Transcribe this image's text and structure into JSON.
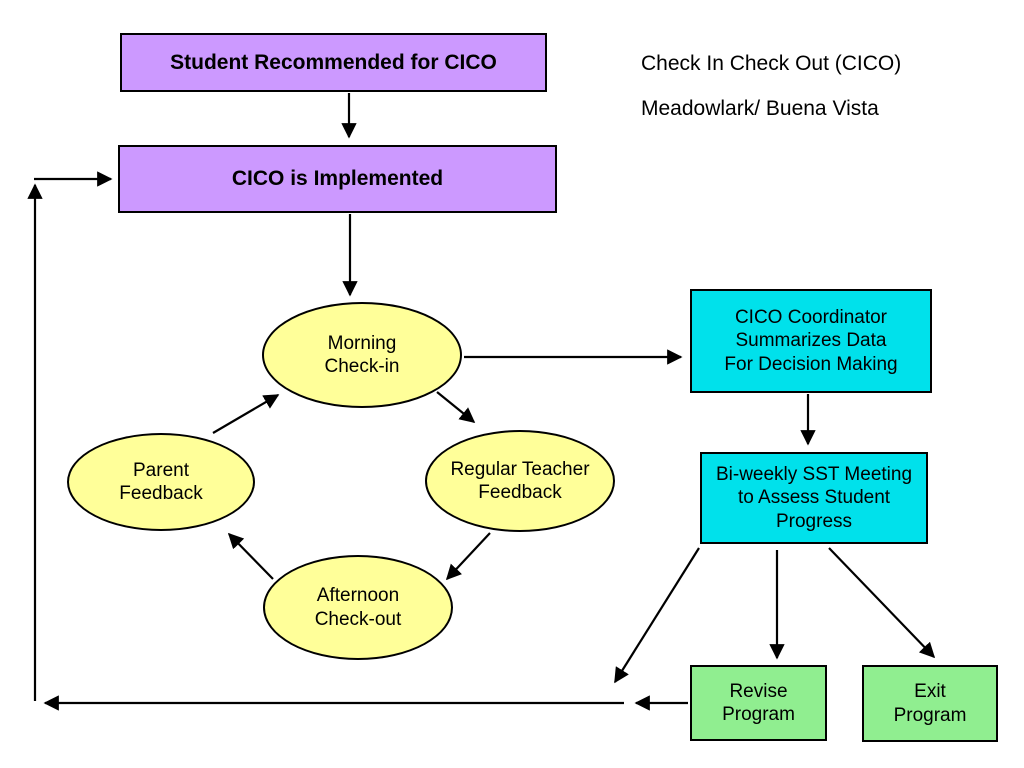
{
  "title": {
    "line1": "Check In Check Out (CICO)",
    "line2": "Meadowlark/ Buena Vista"
  },
  "nodes": {
    "student_recommended": {
      "label": "Student Recommended for CICO"
    },
    "cico_implemented": {
      "label": "CICO is Implemented"
    },
    "morning_checkin": {
      "label": "Morning\nCheck-in"
    },
    "regular_teacher_feedback": {
      "label": "Regular Teacher\nFeedback"
    },
    "afternoon_checkout": {
      "label": "Afternoon\nCheck-out"
    },
    "parent_feedback": {
      "label": "Parent\nFeedback"
    },
    "cico_coordinator": {
      "label": "CICO Coordinator\nSummarizes Data\nFor Decision Making"
    },
    "biweekly_sst": {
      "label": "Bi-weekly  SST Meeting\nto Assess Student\nProgress"
    },
    "revise_program": {
      "label": "Revise\nProgram"
    },
    "exit_program": {
      "label": "Exit\nProgram"
    }
  },
  "colors": {
    "purple": "#cc99ff",
    "yellow": "#ffff99",
    "cyan": "#00e1eb",
    "green": "#90ee90",
    "border": "#000000",
    "line": "#000000",
    "text": "#000000",
    "background": "#ffffff"
  }
}
